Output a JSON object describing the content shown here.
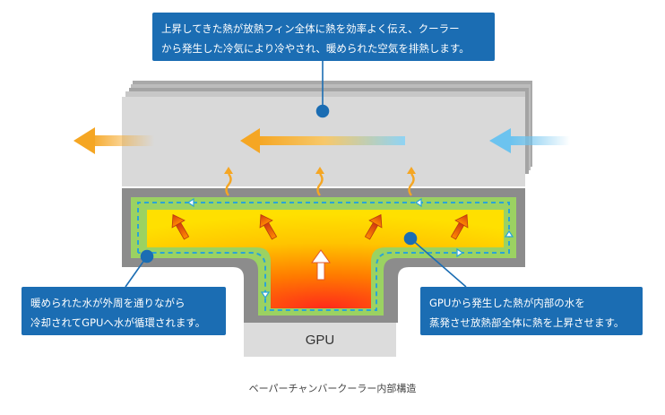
{
  "callouts": {
    "top": {
      "line1": "上昇してきた熱が放熱フィン全体に熱を効率よく伝え、クーラー",
      "line2": "から発生した冷気により冷やされ、暖められた空気を排熱します。"
    },
    "left": {
      "line1": "暖められた水が外周を通りながら",
      "line2": "冷却されてGPUへ水が循環されます。"
    },
    "right": {
      "line1": "GPUから発生した熱が内部の水を",
      "line2": "蒸発させ放熱部全体に熱を上昇させます。"
    }
  },
  "gpu": {
    "label": "GPU"
  },
  "caption": "ベーパーチャンバークーラー内部構造",
  "colors": {
    "callout": "#1b6db3",
    "fin": "#d9d9d9",
    "chamber_shell": "#8c8c8c",
    "wick": "#9bd262",
    "water_path": "#2aa4d6",
    "hot_core": "#ff3b1a",
    "warm": "#ffd200",
    "exhaust_arrow": "#f5a623",
    "cool_arrow": "#6cc3ef",
    "gpu_block": "#dcdcdc"
  }
}
